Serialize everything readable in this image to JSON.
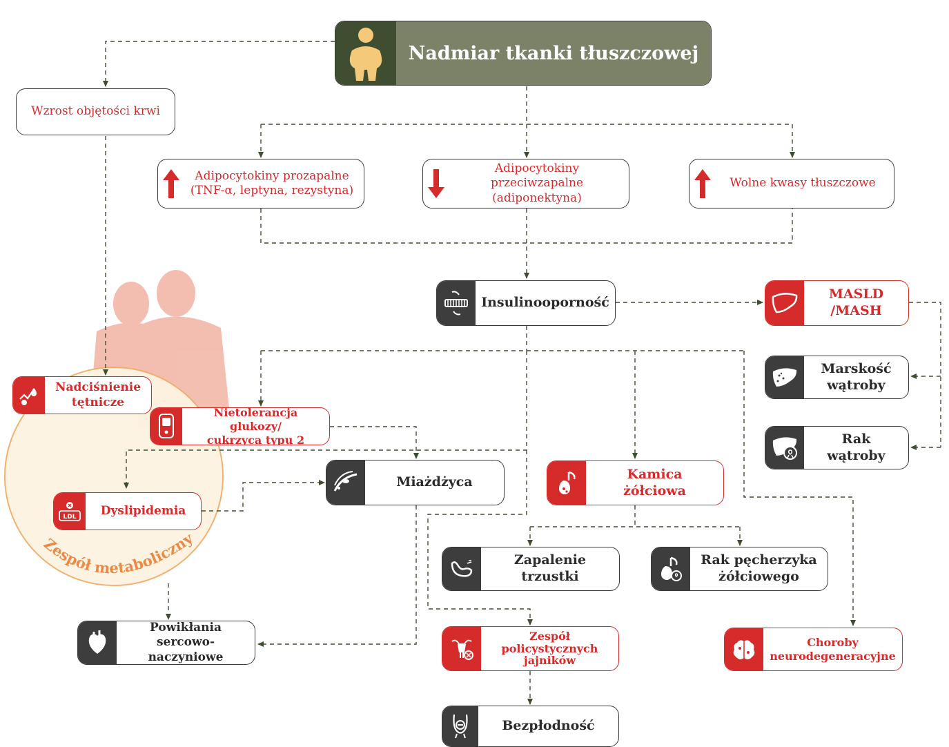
{
  "title": "Nadmiar tkanki tłuszczowej",
  "colors": {
    "accent": "#d62b2b",
    "dark": "#3d3d3d",
    "olive": "#7b8268",
    "olive_dark": "#3f4d30",
    "circle": "#f5d9a8",
    "circle_stroke": "#f0ad6a",
    "connector": "#3f4d30"
  },
  "boxes": {
    "blood_volume": "Wzrost objętości krwi",
    "proinflammatory": "Adipocytokiny prozapalne\n(TNF-α, leptyna, rezystyna)",
    "antiinflammatory": "Adipocytokiny przeciwzapalne\n(adiponektyna)",
    "fatty_acids": "Wolne kwasy tłuszczowe",
    "insulin_resistance": "Insulinooporność",
    "masld": "MASLD\n/MASH",
    "cirrhosis": "Marskość\nwątroby",
    "liver_cancer": "Rak\nwątroby",
    "hypertension": "Nadciśnienie\ntętnicze",
    "glucose": "Nietolerancja glukozy/\ncukrzyca typu 2",
    "atherosclerosis": "Miażdżyca",
    "gallstones": "Kamica\nżółciowa",
    "dyslipidemia": "Dyslipidemia",
    "pancreatitis": "Zapalenie\ntrzustki",
    "gallbladder_cancer": "Rak pęcherzyka\nżółciowego",
    "cardiovascular": "Powikłania\nsercowo-naczyniowe",
    "pcos": "Zespół\npolicystycznych\njajników",
    "neurodegenerative": "Choroby\nneurodegeneracyjne",
    "infertility": "Bezpłodność"
  },
  "metabolic_syndrome_label": "Zespół metaboliczny",
  "icons": {
    "title": "obese-person-icon",
    "insulin": "insulin-receptor-icon",
    "masld": "liver-icon",
    "cirrhosis": "cirrhotic-liver-icon",
    "liver_cancer": "liver-cancer-icon",
    "hypertension": "blood-pressure-icon",
    "glucose": "glucometer-icon",
    "atherosclerosis": "artery-plaque-icon",
    "gallstones": "gallbladder-icon",
    "dyslipidemia": "ldl-icon",
    "pancreatitis": "pancreas-icon",
    "gallbladder_cancer": "gallbladder-cancer-icon",
    "cardiovascular": "heart-icon",
    "pcos": "uterus-icon",
    "neurodegenerative": "brain-icon",
    "infertility": "infertility-icon"
  }
}
